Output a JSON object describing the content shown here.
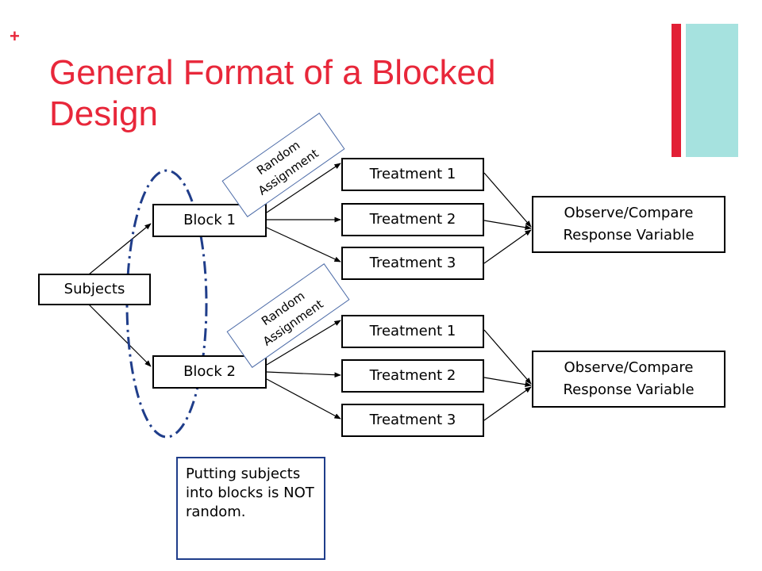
{
  "slide": {
    "plus": "+",
    "title_line1": "General Format of a Blocked",
    "title_line2": "Design"
  },
  "diagram": {
    "subjects": "Subjects",
    "block1": "Block 1",
    "block2": "Block 2",
    "random_assignment_1": [
      "Random",
      "Assignment"
    ],
    "random_assignment_2": [
      "Random",
      "Assignment"
    ],
    "group1_treatments": [
      "Treatment 1",
      "Treatment 2",
      "Treatment 3"
    ],
    "group2_treatments": [
      "Treatment 1",
      "Treatment 2",
      "Treatment 3"
    ],
    "observe1": [
      "Observe/Compare",
      "Response Variable"
    ],
    "observe2": [
      "Observe/Compare",
      "Response Variable"
    ],
    "note": "Putting subjects into blocks is NOT random."
  },
  "colors": {
    "title_red": "#e8273a",
    "accent_red": "#e21f35",
    "accent_cyan": "#a6e2df",
    "ellipse_navy": "#1f3d8a",
    "rotated_box_border": "#4d6ca8"
  }
}
